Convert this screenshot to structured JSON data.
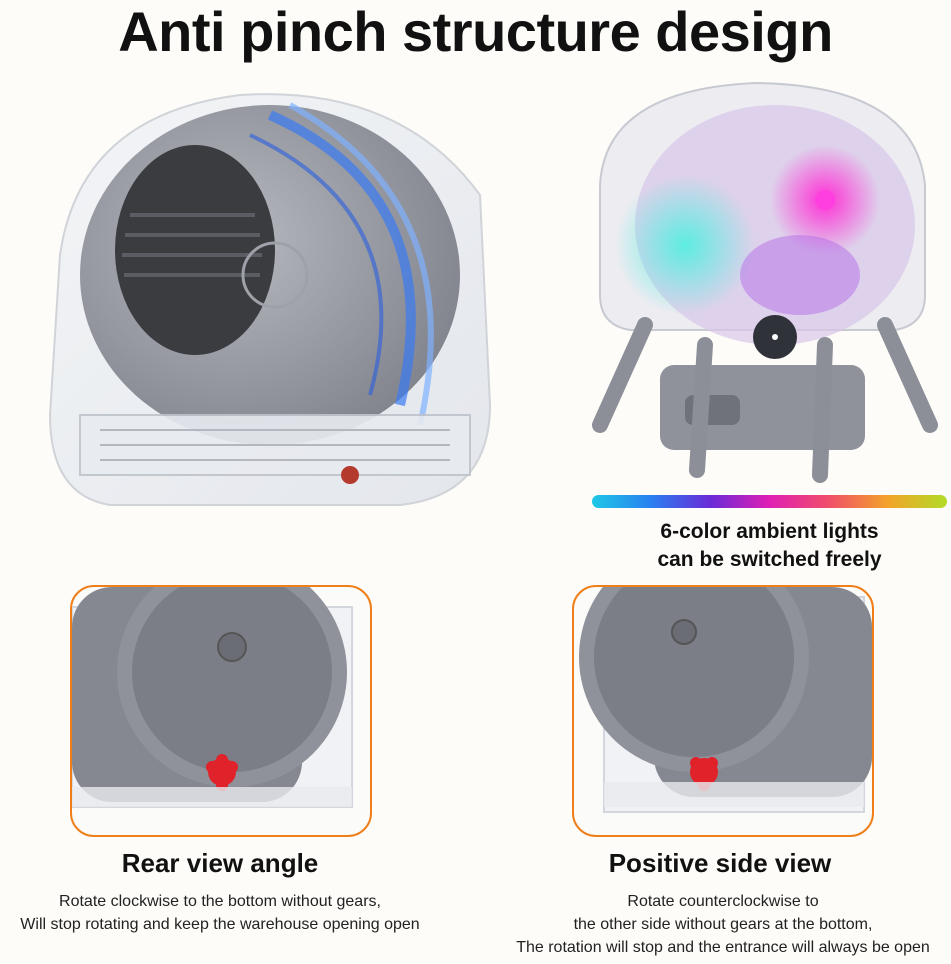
{
  "title": "Anti pinch structure design",
  "ambient": {
    "line1": "6-color ambient lights",
    "line2": "can be switched freely",
    "gradient_colors": [
      "#1ec8e6",
      "#2a7ff0",
      "#6a2ad8",
      "#e01fb4",
      "#f04e6a",
      "#f3a32a",
      "#b2dc26"
    ]
  },
  "rear": {
    "heading": "Rear view angle",
    "desc": [
      "Rotate clockwise to the bottom without gears,",
      "Will stop rotating and keep the warehouse opening open"
    ]
  },
  "side": {
    "heading": "Positive side view",
    "desc": [
      "Rotate counterclockwise to",
      "the other side without gears at the bottom,",
      "The rotation will stop and the entrance will always be open"
    ]
  },
  "colors": {
    "frame_border": "#ef7f1a",
    "drum_gray": "#8a8d96",
    "gear_red": "#e0232a"
  }
}
